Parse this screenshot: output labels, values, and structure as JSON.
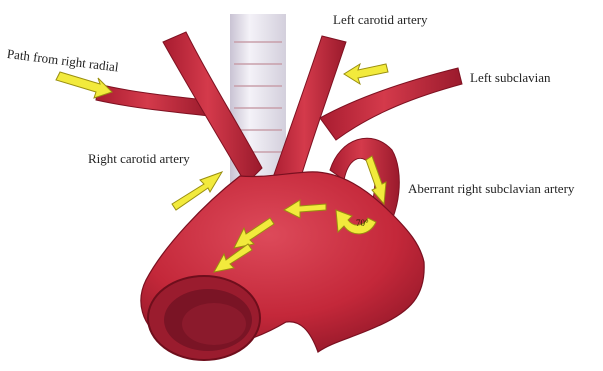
{
  "labels": {
    "left_carotid": "Left carotid artery",
    "path_from_right_radial": "Path from right radial",
    "left_subclavian": "Left subclavian",
    "right_carotid": "Right carotid artery",
    "aberrant_right_subclavian": "Aberrant right subclavian artery",
    "angle": "70°"
  },
  "colors": {
    "vessel": "#c8283a",
    "vessel_dark": "#8e1526",
    "vessel_light": "#df5462",
    "arrow": "#f2ea3c",
    "arrow_outline": "#9a8f10",
    "trachea": "#e9e6ef"
  }
}
